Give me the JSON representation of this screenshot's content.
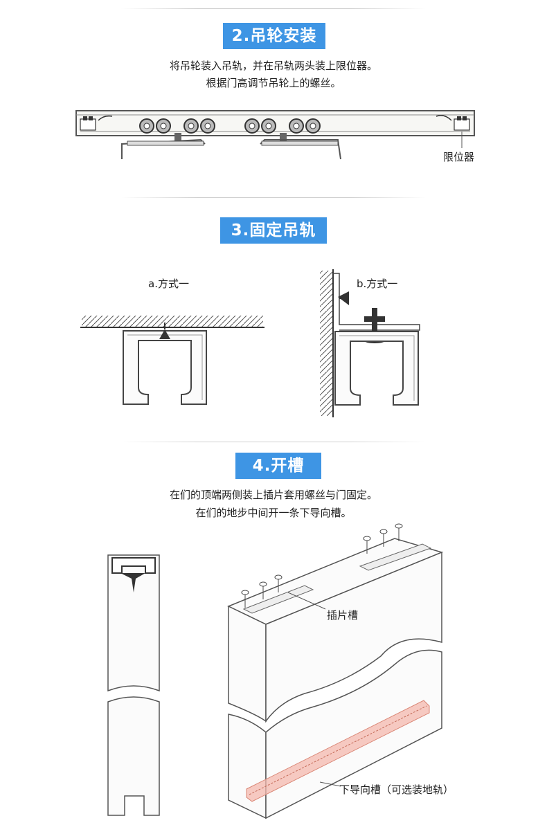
{
  "sections": [
    {
      "number_title": "2.吊轮安装",
      "lines": [
        "将吊轮装入吊轨，并在吊轨两头装上限位器。",
        "根据门高调节吊轮上的螺丝。"
      ],
      "callouts": {
        "limiter": "限位器"
      }
    },
    {
      "number_title": "3.固定吊轨",
      "options": {
        "a": "a.方式一",
        "b": "b.方式一"
      }
    },
    {
      "number_title": "4.开槽",
      "lines": [
        "在们的顶端两侧装上插片套用螺丝与门固定。",
        "在们的地步中间开一条下导向槽。"
      ],
      "callouts": {
        "top_slot": "插片槽",
        "bottom_slot": "下导向槽（可选装地轨）"
      }
    }
  ],
  "colors": {
    "badge": "#3e95e4",
    "slot_highlight": "#f4b8ad"
  }
}
